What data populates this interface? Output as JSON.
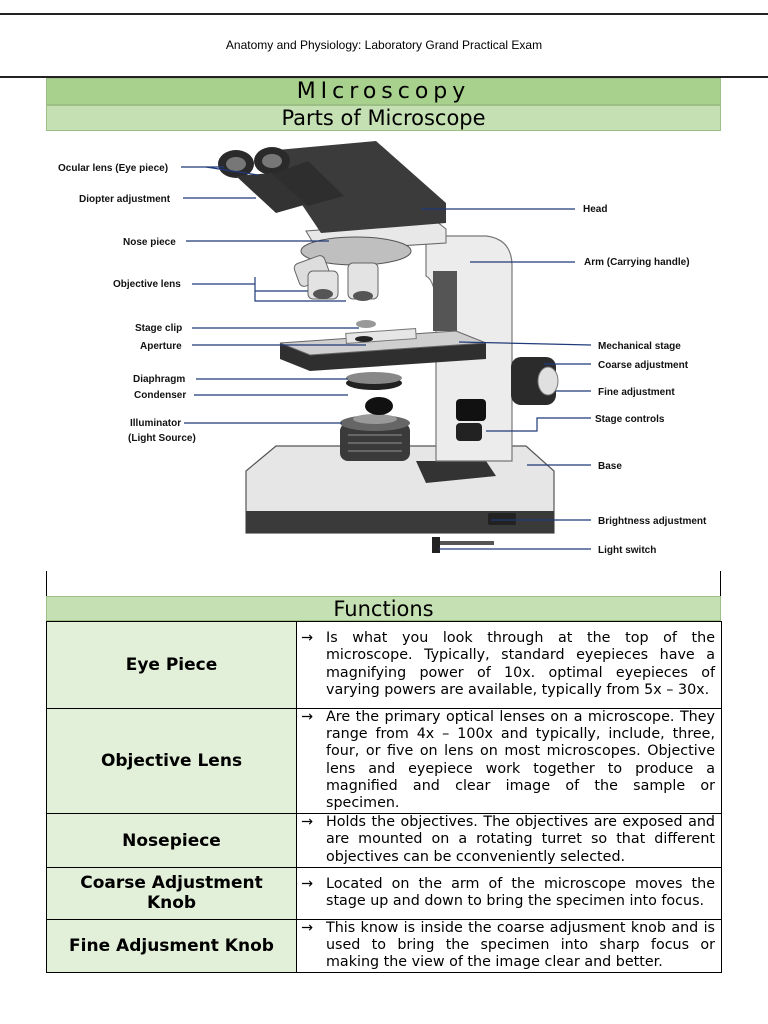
{
  "header": {
    "title": "Anatomy and Physiology: Laboratory Grand Practical Exam"
  },
  "section_title": "MIcroscopy",
  "subtitle": "Parts of Microscope",
  "figure_labels": {
    "ocular": "Ocular lens (Eye piece)",
    "diopter": "Diopter adjustment",
    "nosepiece": "Nose piece",
    "objective": "Objective lens",
    "stage_clip": "Stage clip",
    "aperture": "Aperture",
    "diaphragm": "Diaphragm",
    "condenser": "Condenser",
    "illuminator_1": "Illuminator",
    "illuminator_2": "(Light Source)",
    "head": "Head",
    "arm": "Arm (Carrying handle)",
    "mech_stage": "Mechanical stage",
    "coarse": "Coarse adjustment",
    "fine": "Fine adjustment",
    "stage_controls": "Stage controls",
    "base": "Base",
    "brightness": "Brightness adjustment",
    "light_switch": "Light switch"
  },
  "functions_title": "Functions",
  "functions": [
    {
      "term": "Eye Piece",
      "arrow": "→",
      "desc": "Is what you look through at the top of the microscope. Typically, standard eyepieces have a magnifying power of 10x. optimal eyepieces of varying powers are available, typically from 5x – 30x."
    },
    {
      "term": "Objective Lens",
      "arrow": "→",
      "desc": "Are the primary optical lenses on a microscope. They range from 4x – 100x and typically, include, three, four, or five on lens on most microscopes. Objective lens and eyepiece work together to produce a magnified and clear image of the sample or specimen."
    },
    {
      "term": "Nosepiece",
      "arrow": "→",
      "desc": "Holds the objectives. The objectives are exposed and are mounted on a rotating turret so that different objectives can be cconveniently selected."
    },
    {
      "term": "Coarse Adjustment Knob",
      "arrow": "→",
      "desc": "Located on the arm of the microscope moves the stage up and down to bring the specimen into focus."
    },
    {
      "term": "Fine Adjusment Knob",
      "arrow": "→",
      "desc": "This know is inside the coarse adjusment knob and is used to bring the specimen into sharp focus or making the view of the image clear and better."
    }
  ]
}
